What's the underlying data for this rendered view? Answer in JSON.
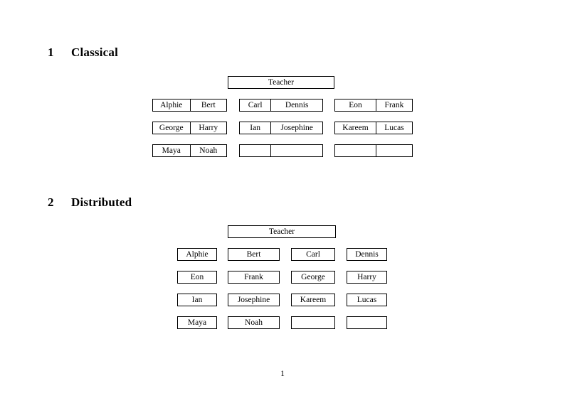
{
  "document": {
    "page_number": "1",
    "background_color": "#ffffff",
    "text_color": "#000000",
    "rule_color": "#000000"
  },
  "sections": [
    {
      "number": "1",
      "title": "Classical",
      "layout": "grouped-pairs",
      "teacher_label": "Teacher",
      "groups": [
        {
          "name": "group-1",
          "rows": [
            {
              "left": "Alphie",
              "right": "Bert"
            },
            {
              "left": "George",
              "right": "Harry"
            },
            {
              "left": "Maya",
              "right": "Noah"
            }
          ]
        },
        {
          "name": "group-2",
          "rows": [
            {
              "left": "Carl",
              "right": "Dennis"
            },
            {
              "left": "Ian",
              "right": "Josephine"
            },
            {
              "left": "",
              "right": ""
            }
          ]
        },
        {
          "name": "group-3",
          "rows": [
            {
              "left": "Eon",
              "right": "Frank"
            },
            {
              "left": "Kareem",
              "right": "Lucas"
            },
            {
              "left": "",
              "right": ""
            }
          ]
        }
      ]
    },
    {
      "number": "2",
      "title": "Distributed",
      "layout": "individual-boxes",
      "teacher_label": "Teacher",
      "rows": [
        [
          "Alphie",
          "Bert",
          "Carl",
          "Dennis"
        ],
        [
          "Eon",
          "Frank",
          "George",
          "Harry"
        ],
        [
          "Ian",
          "Josephine",
          "Kareem",
          "Lucas"
        ],
        [
          "Maya",
          "Noah",
          "",
          ""
        ]
      ]
    }
  ]
}
